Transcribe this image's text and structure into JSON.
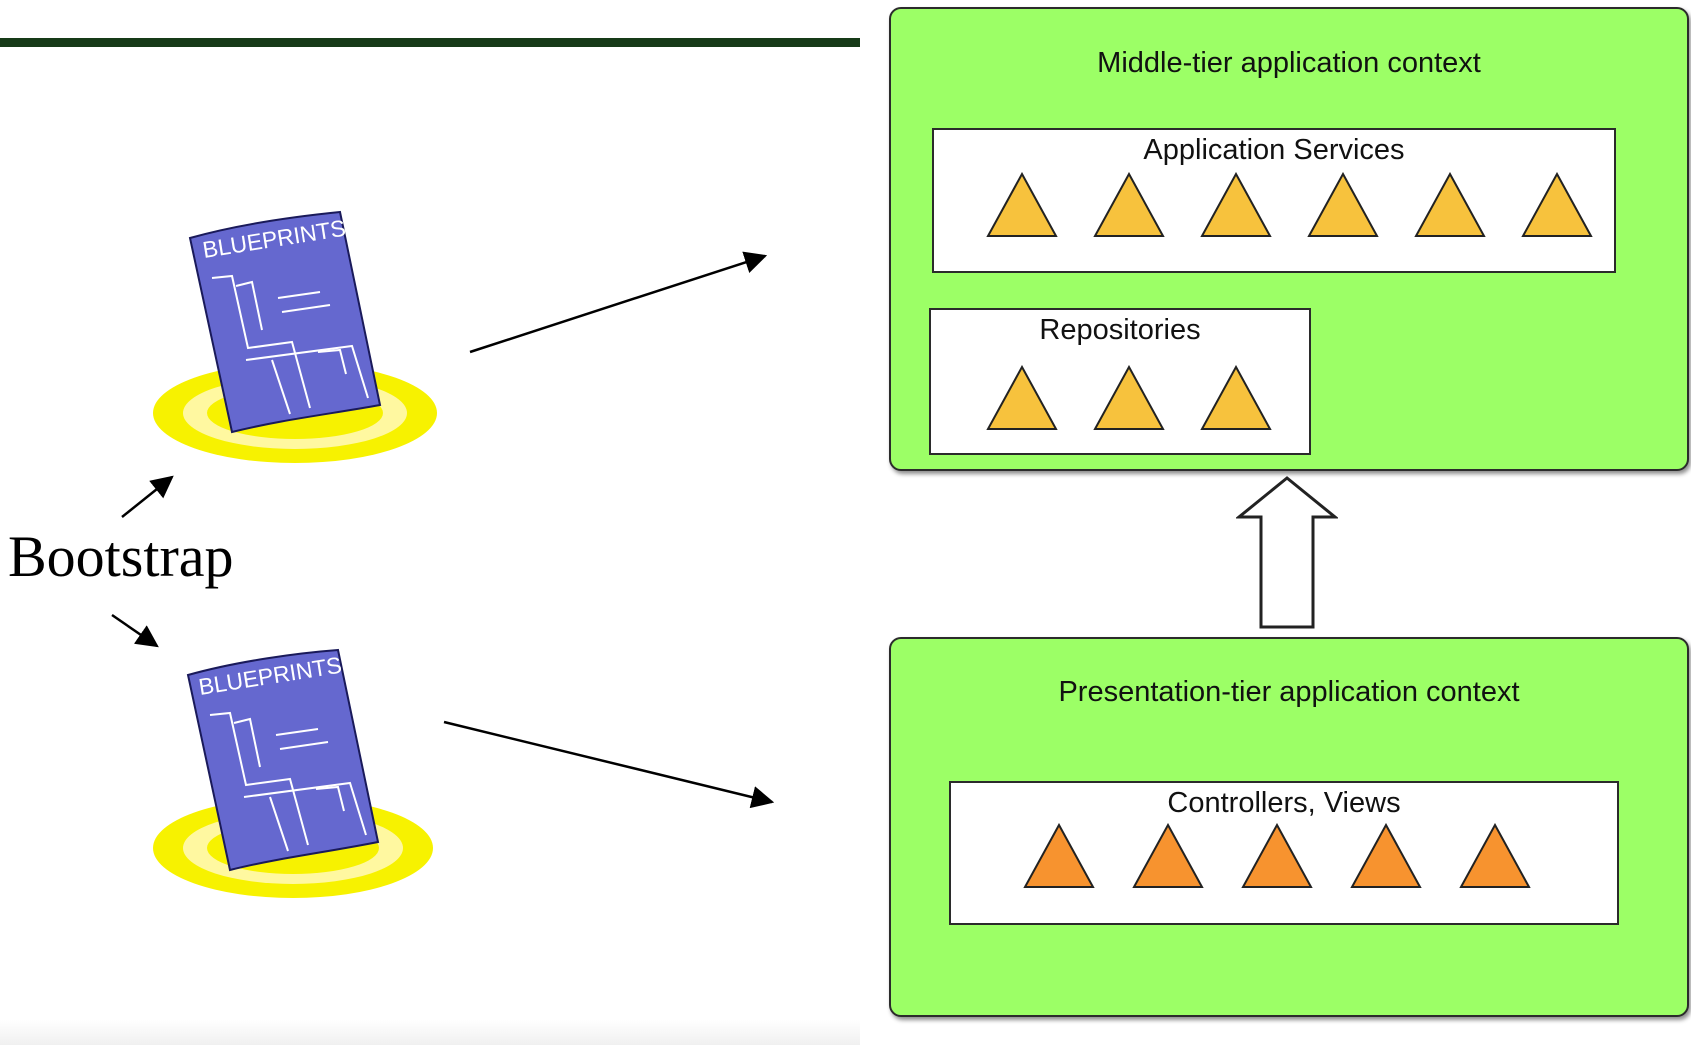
{
  "bootstrap_label": "Bootstrap",
  "blueprint_label": "BLUEPRINTS",
  "middle_tier": {
    "title": "Middle-tier application context",
    "services": {
      "title": "Application Services",
      "count": 6
    },
    "repositories": {
      "title": "Repositories",
      "count": 3
    }
  },
  "presentation_tier": {
    "title": "Presentation-tier application context",
    "controllers": {
      "title": "Controllers, Views",
      "count": 5
    }
  },
  "colors": {
    "context_green": "#9cff66",
    "triangle_yellow": "#f7c23d",
    "triangle_orange": "#f7932f",
    "blueprint_blue": "#6568cf",
    "halo_yellow": "#f7f200",
    "header_bar": "#173a18"
  }
}
